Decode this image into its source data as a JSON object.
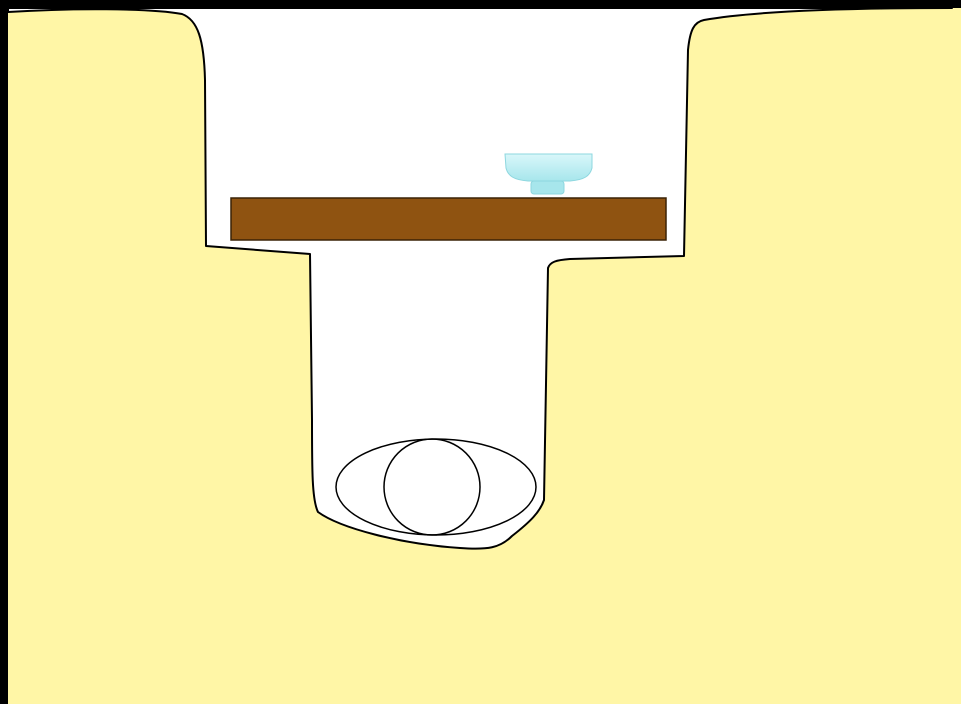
{
  "colors": {
    "frame": "#000000",
    "ground": "#FFF6A6",
    "pit_interior": "#FFFFFF",
    "outline": "#000000",
    "plank": "#8F5311",
    "plank_border": "#3A2206",
    "bowl": "#BFEFF4",
    "bowl_shade": "#8ED7DF"
  },
  "elements": {
    "ground": "ground",
    "pit": "pit-cavity",
    "plank": "wooden-plank",
    "bowl": "cup-icon",
    "outer_ellipse": "outer-ring",
    "inner_circle": "inner-circle"
  }
}
